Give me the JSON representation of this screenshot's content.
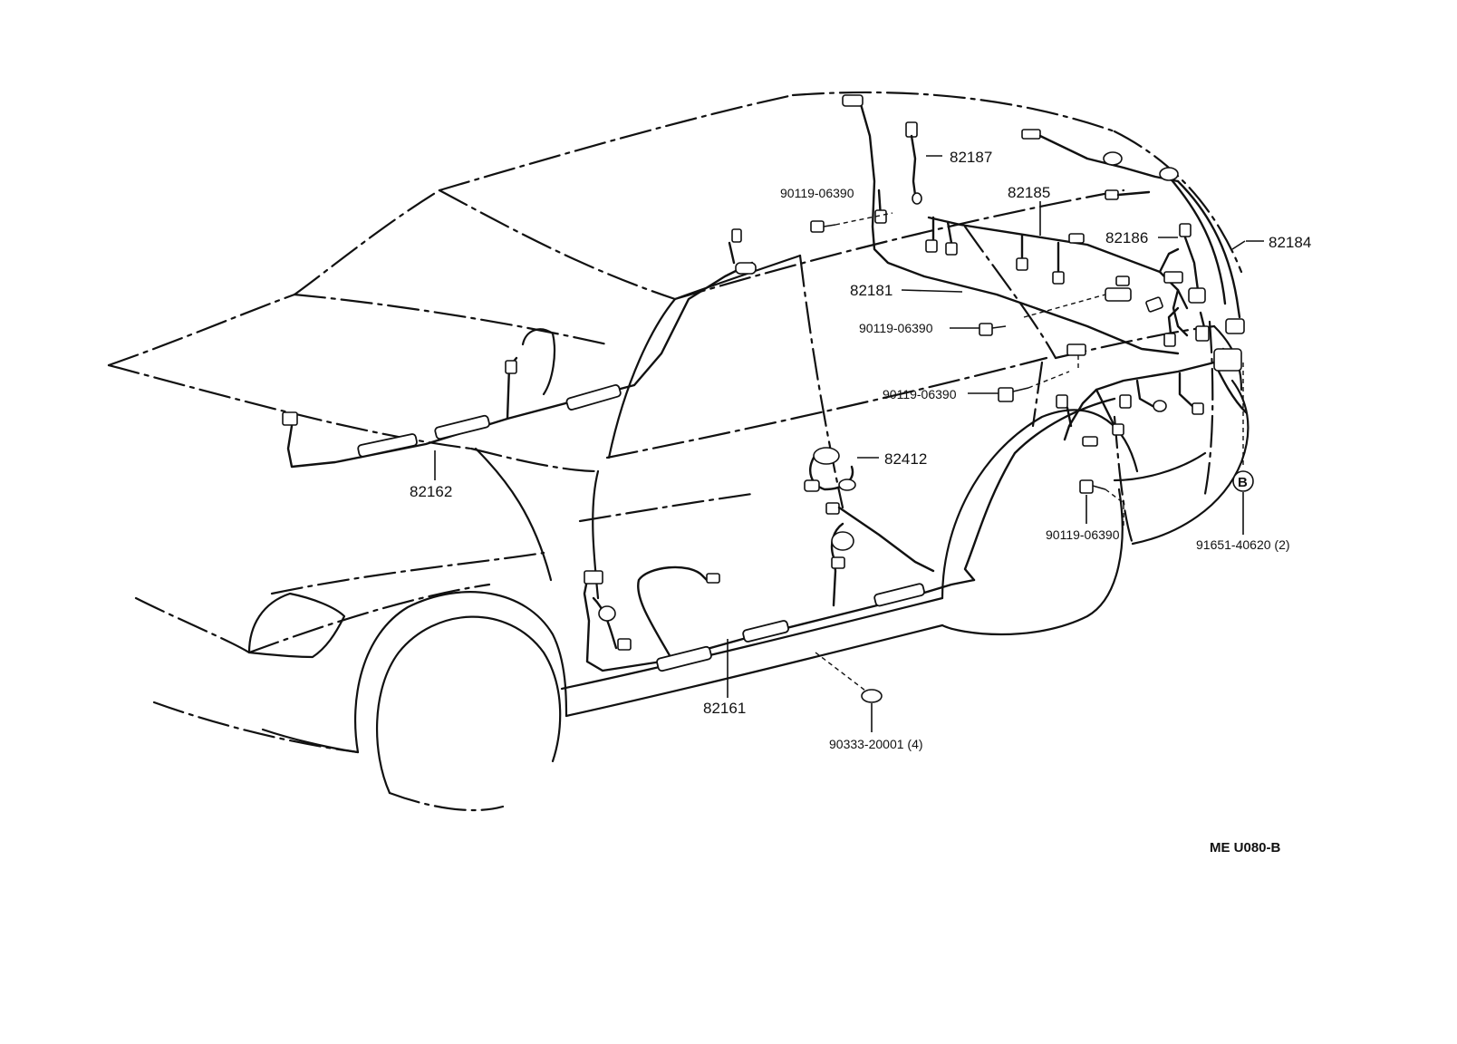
{
  "labels": {
    "p82187": "82187",
    "p90119_a": "90119-06390",
    "p82185": "82185",
    "p82186": "82186",
    "p82184": "82184",
    "p82181": "82181",
    "p90119_b": "90119-06390",
    "p90119_c": "90119-06390",
    "p82412": "82412",
    "p82162": "82162",
    "p90119_d": "90119-06390",
    "p91651": "91651-40620 (2)",
    "p82161": "82161",
    "p90333": "90333-20001 (4)",
    "ref_marker": "B",
    "drawing_code": "ME U080-B"
  }
}
